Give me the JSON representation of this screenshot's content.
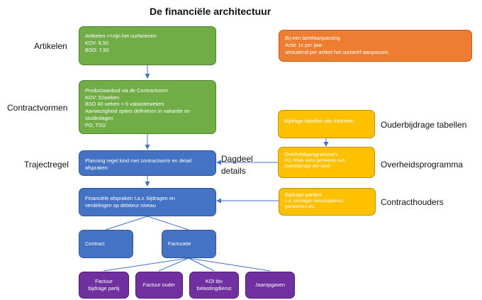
{
  "title": "De financiële architectuur",
  "labels": {
    "artikelen": "Artikelen",
    "contractvormen": "Contractvormen",
    "trajectregel": "Trajectregel",
    "dagdeel": "Dagdeel",
    "details": "details",
    "ouderbijdrage": "Ouderbijdrage tabellen",
    "overheidsprogramma": "Overheidsprogramma",
    "contracthouders": "Contracthouders"
  },
  "boxes": {
    "artikelen": [
      "Artikelen <=zijn het uurtarieven",
      "KDV: 8,50",
      "BSO: 7,90"
    ],
    "tarief": [
      "Bij een tariefaanpassing",
      "Actie 1x per jaar :",
      "uitsluitend per artikel het uurtarief aanpassen."
    ],
    "contractvormen": [
      "Productaanbod via de Contractvorm",
      "KDV: 52weken",
      "BSO 40 weken + 6 vakantieweken",
      "Aanwezigheid opties definiëren in vakantie en",
      "studiedagen",
      "PO, TSO"
    ],
    "bijdrage_tabellen": [
      "Bijdrage tabellen obv inkomen"
    ],
    "overheid": [
      "Overheidsprogramma's",
      "PO, 40wk, extra gemeente  sub,",
      "ouderbijdrage obv tabel"
    ],
    "planning": [
      "Planning regel kind met contractvorm en detail",
      "afspraken"
    ],
    "financieel": [
      "Financiële afspraken t.a.v. bijdragen en",
      "verdelingen op debiteur niveau"
    ],
    "partijen": [
      "Bijdrage partijen",
      "o.a. toeslagen belastingdienst,",
      "gemeenten  etc."
    ],
    "contract": [
      "Contract"
    ],
    "facturatie": [
      "Facturatie"
    ],
    "factuur_partij": [
      "Factuur",
      "bijdrage partij"
    ],
    "factuur_ouder": [
      "Factuur ouder"
    ],
    "koi": [
      "KOI tbv",
      "belastingdienst"
    ],
    "jaaropgaven": [
      "Jaaropgaven"
    ]
  }
}
